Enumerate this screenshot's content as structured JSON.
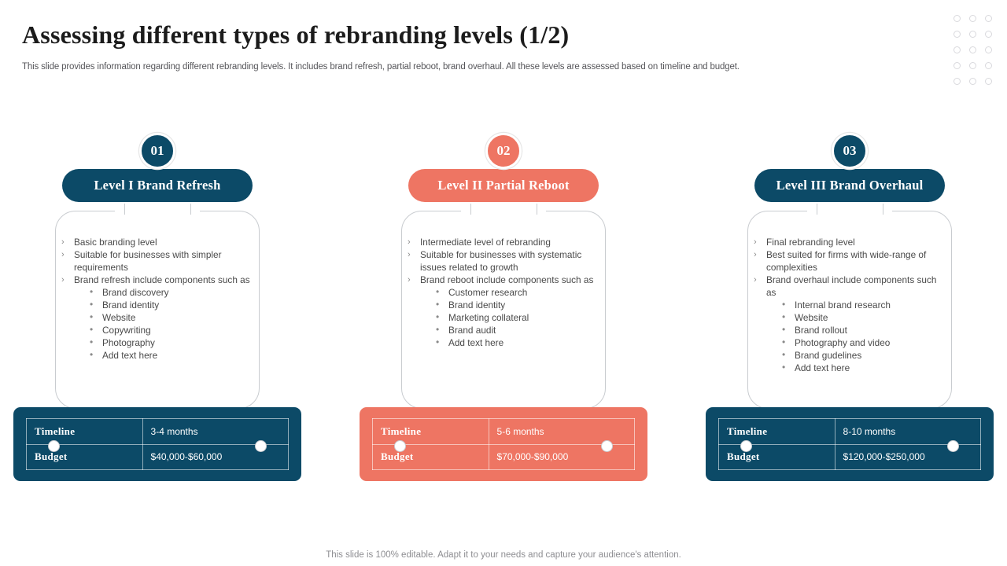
{
  "header": {
    "title": "Assessing different types of rebranding levels (1/2)",
    "subtitle": "This slide provides information regarding different rebranding levels. It includes brand refresh, partial reboot, brand overhaul. All these levels are assessed based on timeline and budget."
  },
  "colors": {
    "dark_teal": "#0C4A67",
    "coral": "#EE7563",
    "outline_gray": "#C9CCD0",
    "text_gray": "#4A4A4A"
  },
  "markers": {
    "primary": "›",
    "secondary": "•"
  },
  "decor": {
    "dot_icon": "circle-outline-icon",
    "dot_columns": 3,
    "dot_rows": 5
  },
  "columns": [
    {
      "number": "01",
      "title": "Level I Brand Refresh",
      "accent": "#0C4A67",
      "bullets": [
        {
          "text": "Basic branding  level",
          "sub": []
        },
        {
          "text": "Suitable for  businesses with simpler requirements",
          "sub": []
        },
        {
          "text": "Brand refresh  include components such as",
          "sub": [
            "Brand discovery",
            "Brand identity",
            "Website",
            "Copywriting",
            "Photography",
            "Add text here"
          ]
        }
      ],
      "table": {
        "rows": [
          {
            "label": "Timeline",
            "value": "3-4  months"
          },
          {
            "label": "Budget",
            "value": "$40,000-$60,000"
          }
        ]
      }
    },
    {
      "number": "02",
      "title": "Level II Partial Reboot",
      "accent": "#EE7563",
      "bullets": [
        {
          "text": "Intermediate  level  of rebranding",
          "sub": []
        },
        {
          "text": "Suitable for  businesses with systematic issues related to growth",
          "sub": []
        },
        {
          "text": "Brand reboot include components such as",
          "sub": [
            "Customer research",
            "Brand identity",
            "Marketing collateral",
            "Brand audit",
            "Add text here"
          ]
        }
      ],
      "table": {
        "rows": [
          {
            "label": "Timeline",
            "value": "5-6  months"
          },
          {
            "label": "Budget",
            "value": "$70,000-$90,000"
          }
        ]
      }
    },
    {
      "number": "03",
      "title": "Level III Brand Overhaul",
      "accent": "#0C4A67",
      "bullets": [
        {
          "text": "Final rebranding  level",
          "sub": []
        },
        {
          "text": "Best suited for firms with wide-range of complexities",
          "sub": []
        },
        {
          "text": "Brand overhaul  include components such as",
          "sub": [
            "Internal  brand research",
            "Website",
            "Brand rollout",
            "Photography  and video",
            "Brand gudelines",
            "Add text here"
          ]
        }
      ],
      "table": {
        "rows": [
          {
            "label": "Timeline",
            "value": "8-10  months"
          },
          {
            "label": "Budget",
            "value": "$120,000-$250,000"
          }
        ]
      }
    }
  ],
  "footer": {
    "note": "This slide is 100% editable. Adapt it to your needs and capture your audience's attention."
  }
}
